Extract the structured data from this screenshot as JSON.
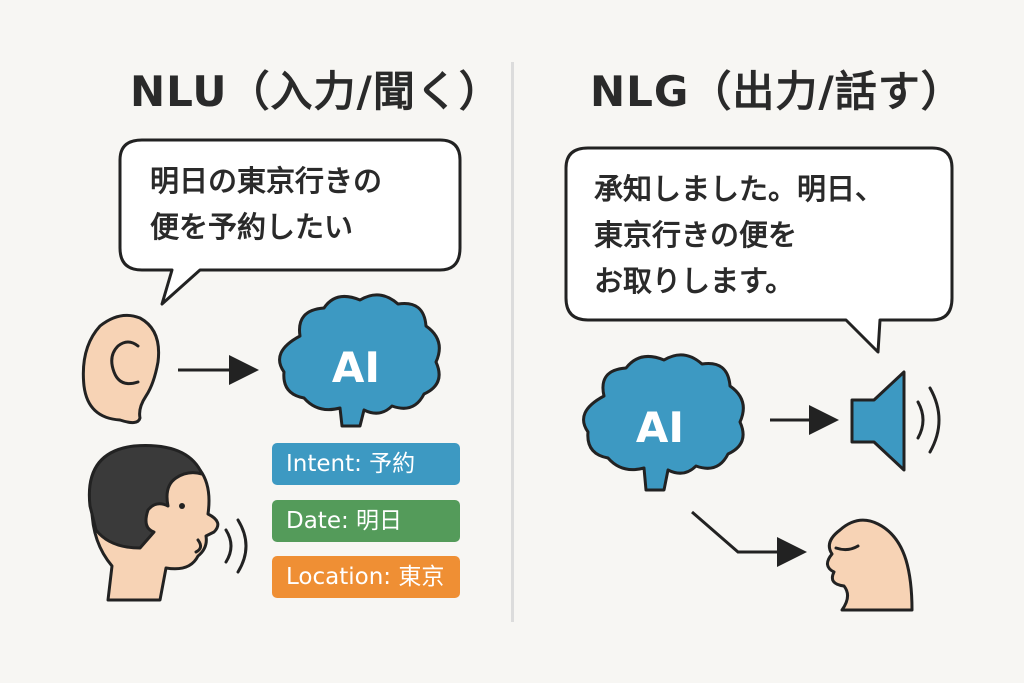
{
  "nlu": {
    "title": "NLU（入力/聞く）",
    "utterance_line1": "明日の東京行きの",
    "utterance_line2": "便を予約したい",
    "ai_label": "AI",
    "slots": {
      "intent": "Intent: 予約",
      "date": "Date: 明日",
      "location": "Location: 東京"
    }
  },
  "nlg": {
    "title": "NLG（出力/話す）",
    "response_line1": "承知しました。明日、",
    "response_line2": "東京行きの便を",
    "response_line3": "お取りします。",
    "ai_label": "AI"
  },
  "colors": {
    "brain": "#3d99c2",
    "intent_tag": "#3d99c2",
    "date_tag": "#549b5a",
    "location_tag": "#ef8f34",
    "skin": "#f7d3b5",
    "hair": "#3a3a3a",
    "outline": "#222222"
  },
  "icons": [
    "ear-icon",
    "brain-icon",
    "person-speaking-icon",
    "speaker-icon",
    "mouth-icon",
    "arrow-icon"
  ]
}
